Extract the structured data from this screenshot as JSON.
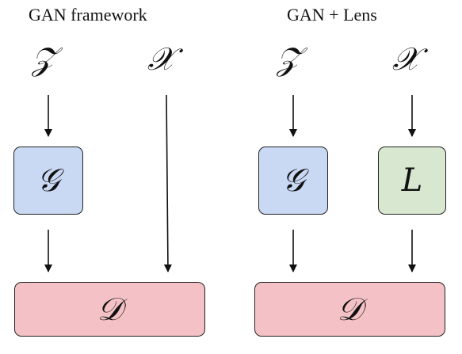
{
  "left_panel": {
    "title": "GAN framework",
    "noise_symbol": "𝒵",
    "data_symbol": "𝒳",
    "generator_symbol": "𝒢",
    "discriminator_symbol": "𝒟"
  },
  "right_panel": {
    "title": "GAN + Lens",
    "noise_symbol": "𝒵",
    "data_symbol": "𝒳",
    "generator_symbol": "𝒢",
    "lens_symbol": "L",
    "discriminator_symbol": "𝒟"
  },
  "colors": {
    "generator_fill": "#c9d8f3",
    "lens_fill": "#d8e7cf",
    "discriminator_fill": "#f4c2c6",
    "stroke": "#222222"
  }
}
